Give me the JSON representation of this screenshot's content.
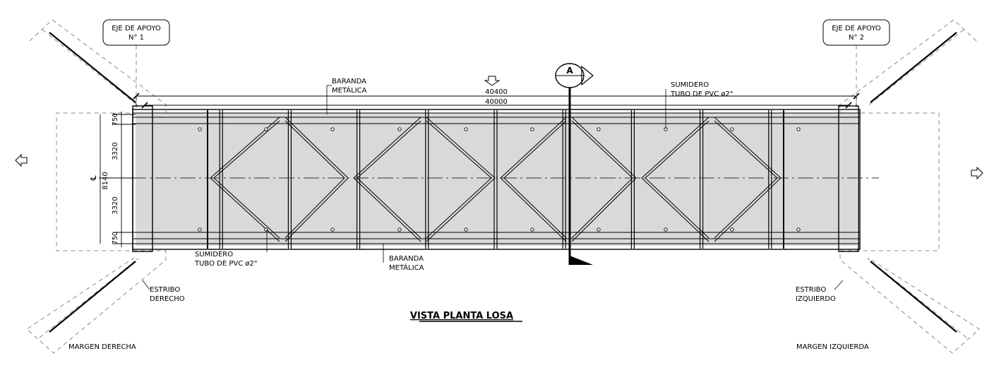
{
  "drawing": {
    "title": "VISTA PLANTA LOSA",
    "support_axes": [
      {
        "line1": "EJE DE APOYO",
        "line2": "N° 1"
      },
      {
        "line1": "EJE DE APOYO",
        "line2": "N° 2"
      }
    ],
    "section_marker": "A",
    "dimensions": {
      "overall_length": "40400",
      "span_length": "40000",
      "total_width": "8140",
      "edge_top": "750",
      "half_top": "3320",
      "half_bottom": "3320",
      "edge_bottom": "750"
    },
    "centerline_symbol": "℄",
    "labels": {
      "railing_top": {
        "line1": "BARANDA",
        "line2": "METÁLICA"
      },
      "railing_bottom": {
        "line1": "BARANDA",
        "line2": "METÁLICA"
      },
      "drain_top": {
        "line1": "SUMIDERO",
        "line2": "TUBO DE PVC ø2\""
      },
      "drain_bottom": {
        "line1": "SUMIDERO",
        "line2": "TUBO DE PVC ø2\""
      },
      "abutment_right_side": {
        "line1": "ESTRIBO",
        "line2": "DERECHO"
      },
      "abutment_left_side": {
        "line1": "ESTRIBO",
        "line2": "IZQUIERDO"
      },
      "bank_right": "MARGEN DERECHA",
      "bank_left": "MARGEN IZQUIERDA"
    },
    "bays": 10
  }
}
